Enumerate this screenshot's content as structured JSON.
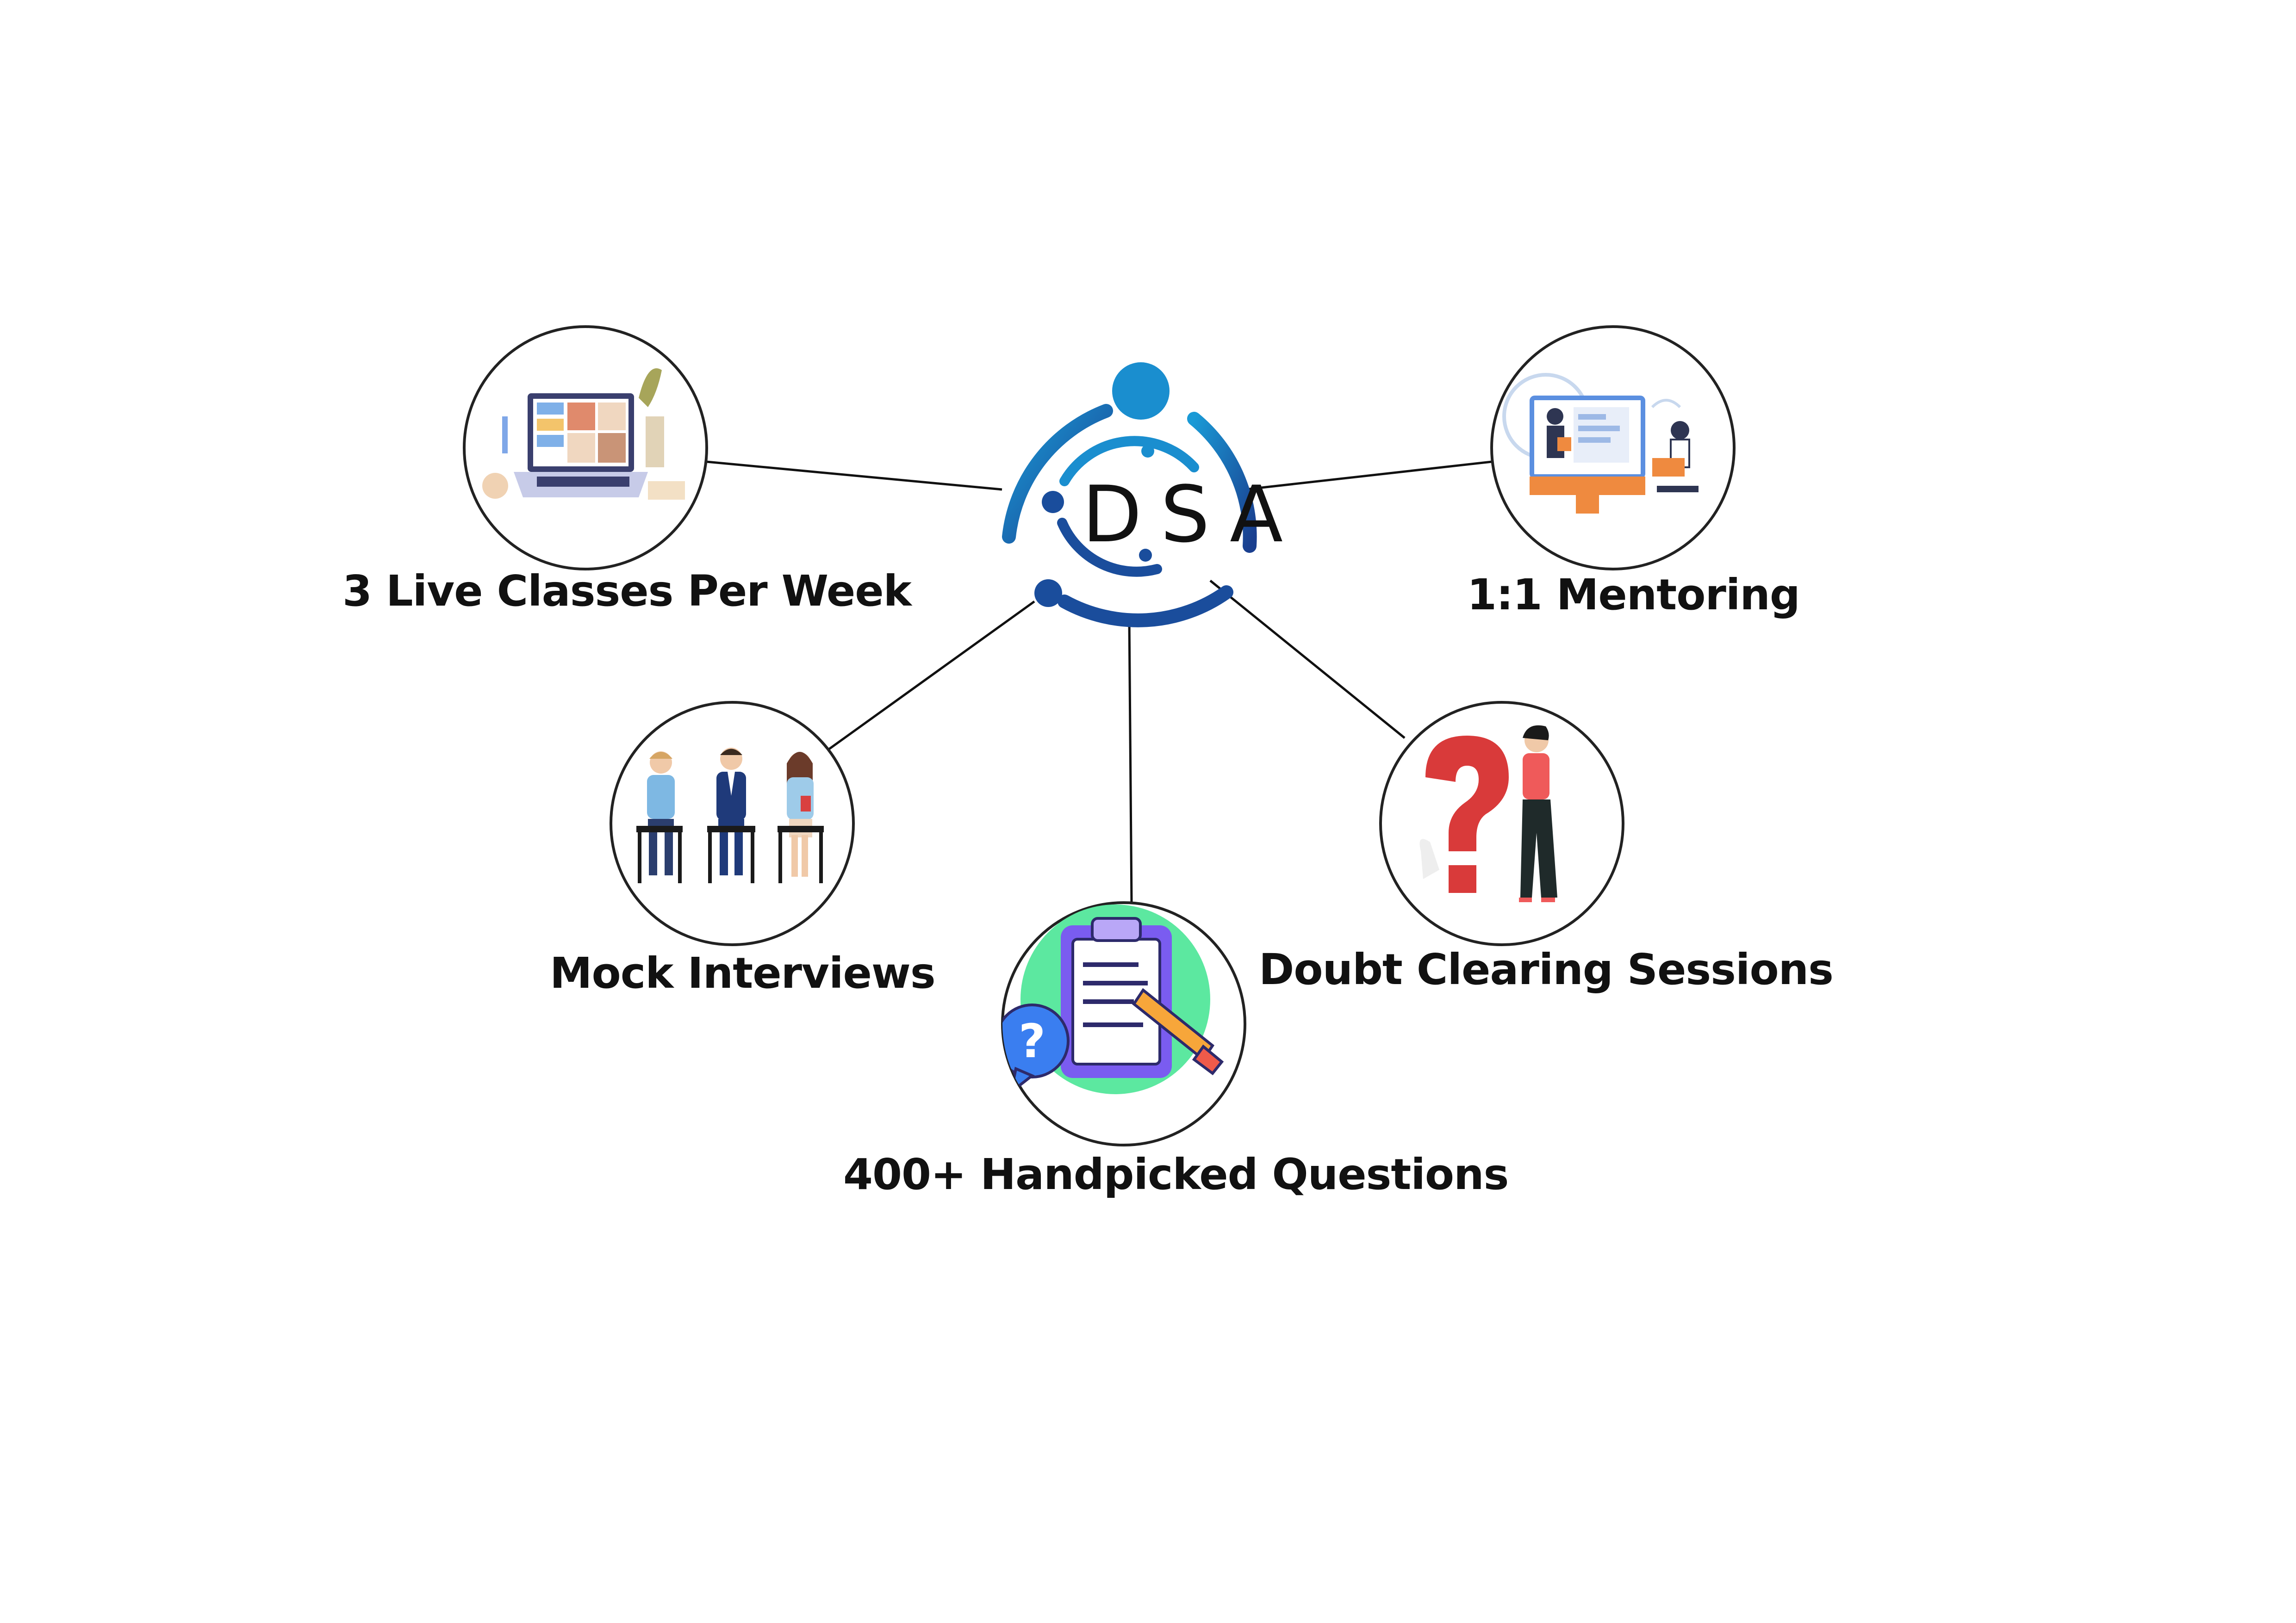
{
  "logo": {
    "text": "DSA",
    "colors": {
      "light_blue": "#1a8ecf",
      "dark_blue": "#1a4d9c"
    }
  },
  "features": [
    {
      "id": "live-classes",
      "label": "3 Live Classes Per Week",
      "icon": "laptop-video-call-icon"
    },
    {
      "id": "mentoring",
      "label": "1:1 Mentoring",
      "icon": "online-mentoring-icon"
    },
    {
      "id": "mock-interviews",
      "label": "Mock Interviews",
      "icon": "interview-candidates-icon"
    },
    {
      "id": "questions",
      "label": "400+ Handpicked Questions",
      "icon": "clipboard-question-icon"
    },
    {
      "id": "doubt-clearing",
      "label": "Doubt Clearing Sessions",
      "icon": "question-mark-person-icon"
    }
  ],
  "colors": {
    "line": "#111111",
    "circle_stroke": "#222222",
    "text": "#111111"
  }
}
